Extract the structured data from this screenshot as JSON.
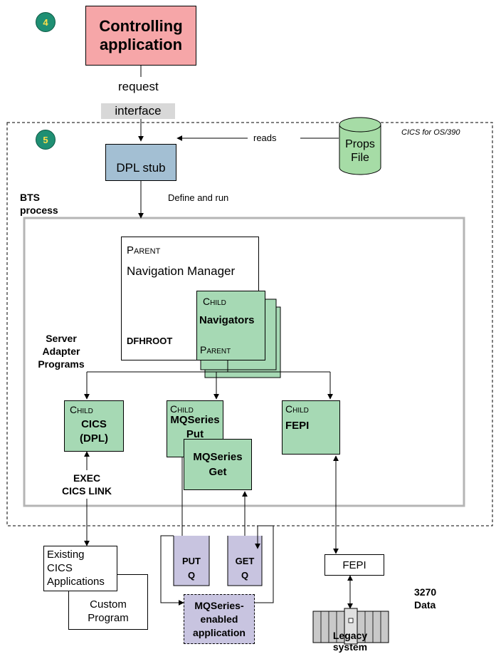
{
  "colors": {
    "controlling_fill": "#f6a6a8",
    "interface_fill": "#d8d8d8",
    "dpl_fill": "#a3bfd3",
    "props_fill": "#a6dca6",
    "child_fill": "#a6d9b4",
    "queue_fill": "#c8c4e0",
    "mq_app_fill": "#c8c4e0",
    "bts_border": "#b5b5b5",
    "badge_fill": "#1f8f73",
    "badge_text": "#ffe04a"
  },
  "badges": {
    "step4": "4",
    "step5": "5"
  },
  "controlling_app": {
    "label": "Controlling application"
  },
  "request_label": "request",
  "interface_label": "interface",
  "region_label": "CICS for OS/390",
  "dpl_stub": {
    "label": "DPL stub"
  },
  "reads_label": "reads",
  "props_file": {
    "line1": "Props",
    "line2": "File"
  },
  "define_run_label": "Define and run",
  "bts_label": {
    "line1": "BTS",
    "line2": "process"
  },
  "parent": {
    "tag": "Parent",
    "title": "Navigation Manager",
    "root": "DFHROOT"
  },
  "navigators": {
    "tag": "Child",
    "title": "Navigators",
    "parent_tag": "Parent"
  },
  "server_adapter": {
    "line1": "Server",
    "line2": "Adapter",
    "line3": "Programs"
  },
  "cics_child": {
    "tag": "Child",
    "line1": "CICS",
    "line2": "(DPL)"
  },
  "mq_put_child": {
    "tag": "Child",
    "line1": "MQSeries",
    "line2": "Put"
  },
  "mq_get_child": {
    "line1": "MQSeries",
    "line2": "Get"
  },
  "fepi_child": {
    "tag": "Child",
    "line1": "FEPI"
  },
  "exec_label": {
    "line1": "EXEC",
    "line2": "CICS LINK"
  },
  "existing_apps": {
    "line1": "Existing",
    "line2": "CICS",
    "line3": "Applications"
  },
  "custom_program": {
    "line1": "Custom",
    "line2": "Program"
  },
  "put_q": {
    "line1": "PUT",
    "line2": "Q"
  },
  "get_q": {
    "line1": "GET",
    "line2": "Q"
  },
  "mq_app": {
    "line1": "MQSeries-",
    "line2": "enabled",
    "line3": "application"
  },
  "fepi_box": {
    "label": "FEPI"
  },
  "data_label": {
    "line1": "3270",
    "line2": "Data"
  },
  "legacy": {
    "line1": "Legacy",
    "line2": "system"
  }
}
